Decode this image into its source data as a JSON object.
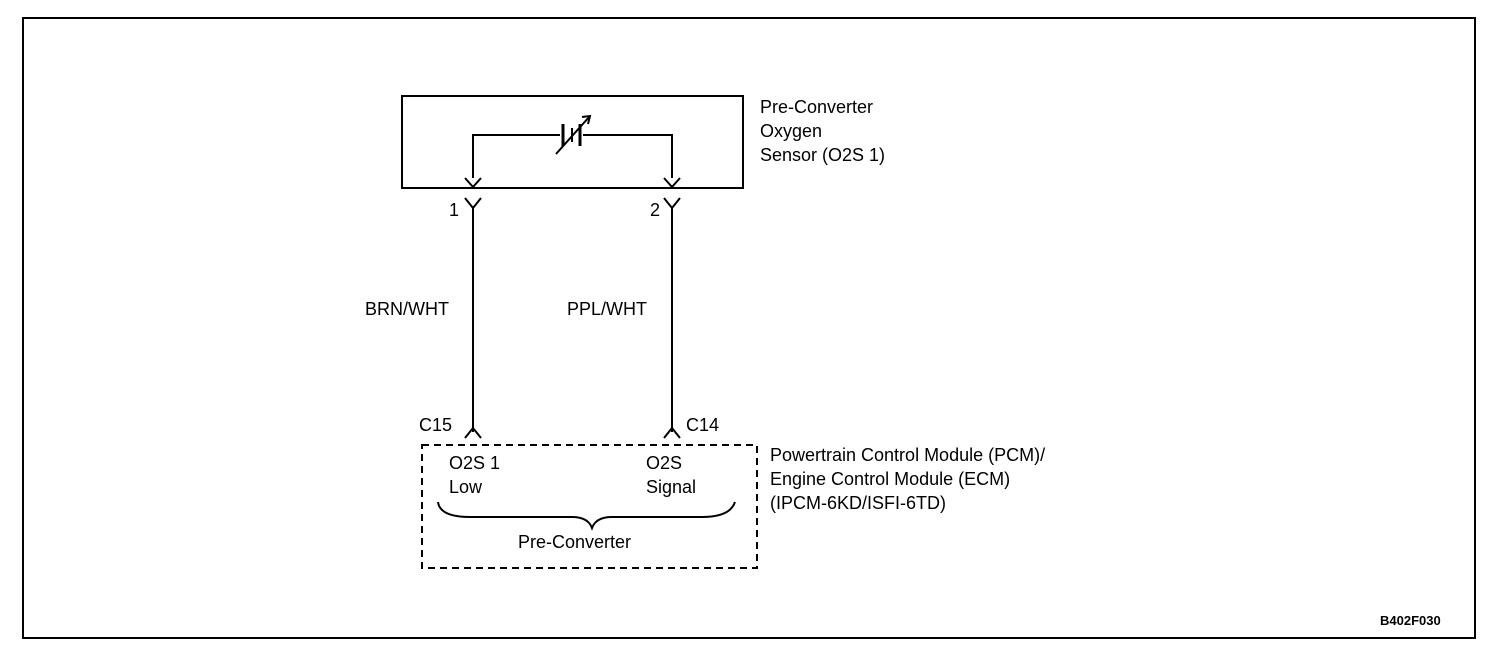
{
  "sensor": {
    "name_lines": [
      "Pre-Converter",
      "Oxygen",
      "Sensor (O2S 1)"
    ],
    "pin_left": "1",
    "pin_right": "2"
  },
  "wires": {
    "left_color": "BRN/WHT",
    "right_color": "PPL/WHT"
  },
  "module": {
    "connector_left": "C15",
    "connector_right": "C14",
    "terminal_left_lines": [
      "O2S 1",
      "Low"
    ],
    "terminal_right_lines": [
      "O2S",
      "Signal"
    ],
    "group_label": "Pre-Converter",
    "name_lines": [
      "Powertrain Control Module (PCM)/",
      "Engine Control Module (ECM)",
      "(IPCM-6KD/ISFI-6TD)"
    ]
  },
  "figure_id": "B402F030"
}
